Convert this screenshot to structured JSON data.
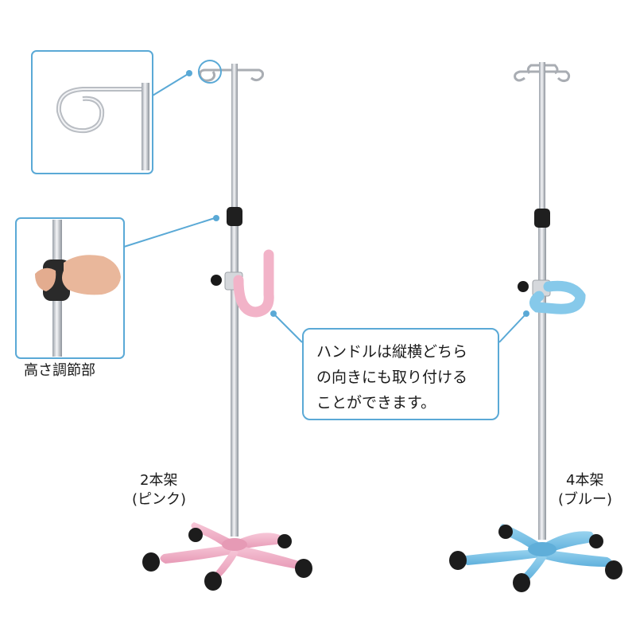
{
  "labels": {
    "height_adjust": "高さ調節部",
    "stand_2_name": "2本架",
    "stand_2_color": "(ピンク)",
    "stand_4_name": "4本架",
    "stand_4_color": "(ブルー)"
  },
  "callout": {
    "lines": [
      "ハンドルは縦横どちら",
      "の向きにも取り付ける",
      "ことができます。"
    ]
  },
  "colors": {
    "callout_border": "#5aa9d6",
    "pink_base": "#f2b8cc",
    "blue_base": "#7fc4e6",
    "pole": "#c9ccd1",
    "caster": "#1c1c1c"
  }
}
